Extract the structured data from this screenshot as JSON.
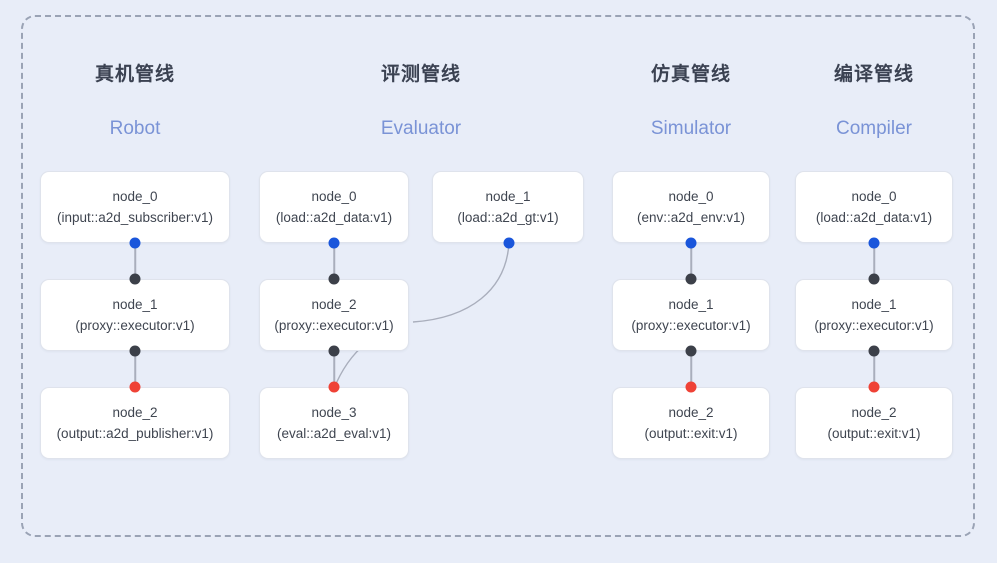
{
  "frame": {
    "style": "dashed",
    "border_color": "#9aa3b5"
  },
  "background_color": "#e8edf8",
  "palette": {
    "input_dot": "#1a56db",
    "proxy_dot": "#3c4049",
    "output_dot": "#ef4236",
    "edge": "#a9aebc",
    "title_cn": "#3b4252",
    "title_en": "#7a93d6",
    "node_bg": "#ffffff",
    "node_border": "#dfe3ec"
  },
  "columns": [
    {
      "title_cn": "真机管线",
      "title_en": "Robot",
      "nodes": [
        {
          "name": "node_0",
          "signature": "(input::a2d_subscriber:v1)"
        },
        {
          "name": "node_1",
          "signature": "(proxy::executor:v1)"
        },
        {
          "name": "node_2",
          "signature": "(output::a2d_publisher:v1)"
        }
      ]
    },
    {
      "title_cn": "评测管线",
      "title_en": "Evaluator",
      "nodes": [
        {
          "name": "node_0",
          "signature": "(load::a2d_data:v1)"
        },
        {
          "name": "node_1",
          "signature": "(load::a2d_gt:v1)"
        },
        {
          "name": "node_2",
          "signature": "(proxy::executor:v1)"
        },
        {
          "name": "node_3",
          "signature": "(eval::a2d_eval:v1)"
        }
      ]
    },
    {
      "title_cn": "仿真管线",
      "title_en": "Simulator",
      "nodes": [
        {
          "name": "node_0",
          "signature": "(env::a2d_env:v1)"
        },
        {
          "name": "node_1",
          "signature": "(proxy::executor:v1)"
        },
        {
          "name": "node_2",
          "signature": "(output::exit:v1)"
        }
      ]
    },
    {
      "title_cn": "编译管线",
      "title_en": "Compiler",
      "nodes": [
        {
          "name": "node_0",
          "signature": "(load::a2d_data:v1)"
        },
        {
          "name": "node_1",
          "signature": "(proxy::executor:v1)"
        },
        {
          "name": "node_2",
          "signature": "(output::exit:v1)"
        }
      ]
    }
  ]
}
